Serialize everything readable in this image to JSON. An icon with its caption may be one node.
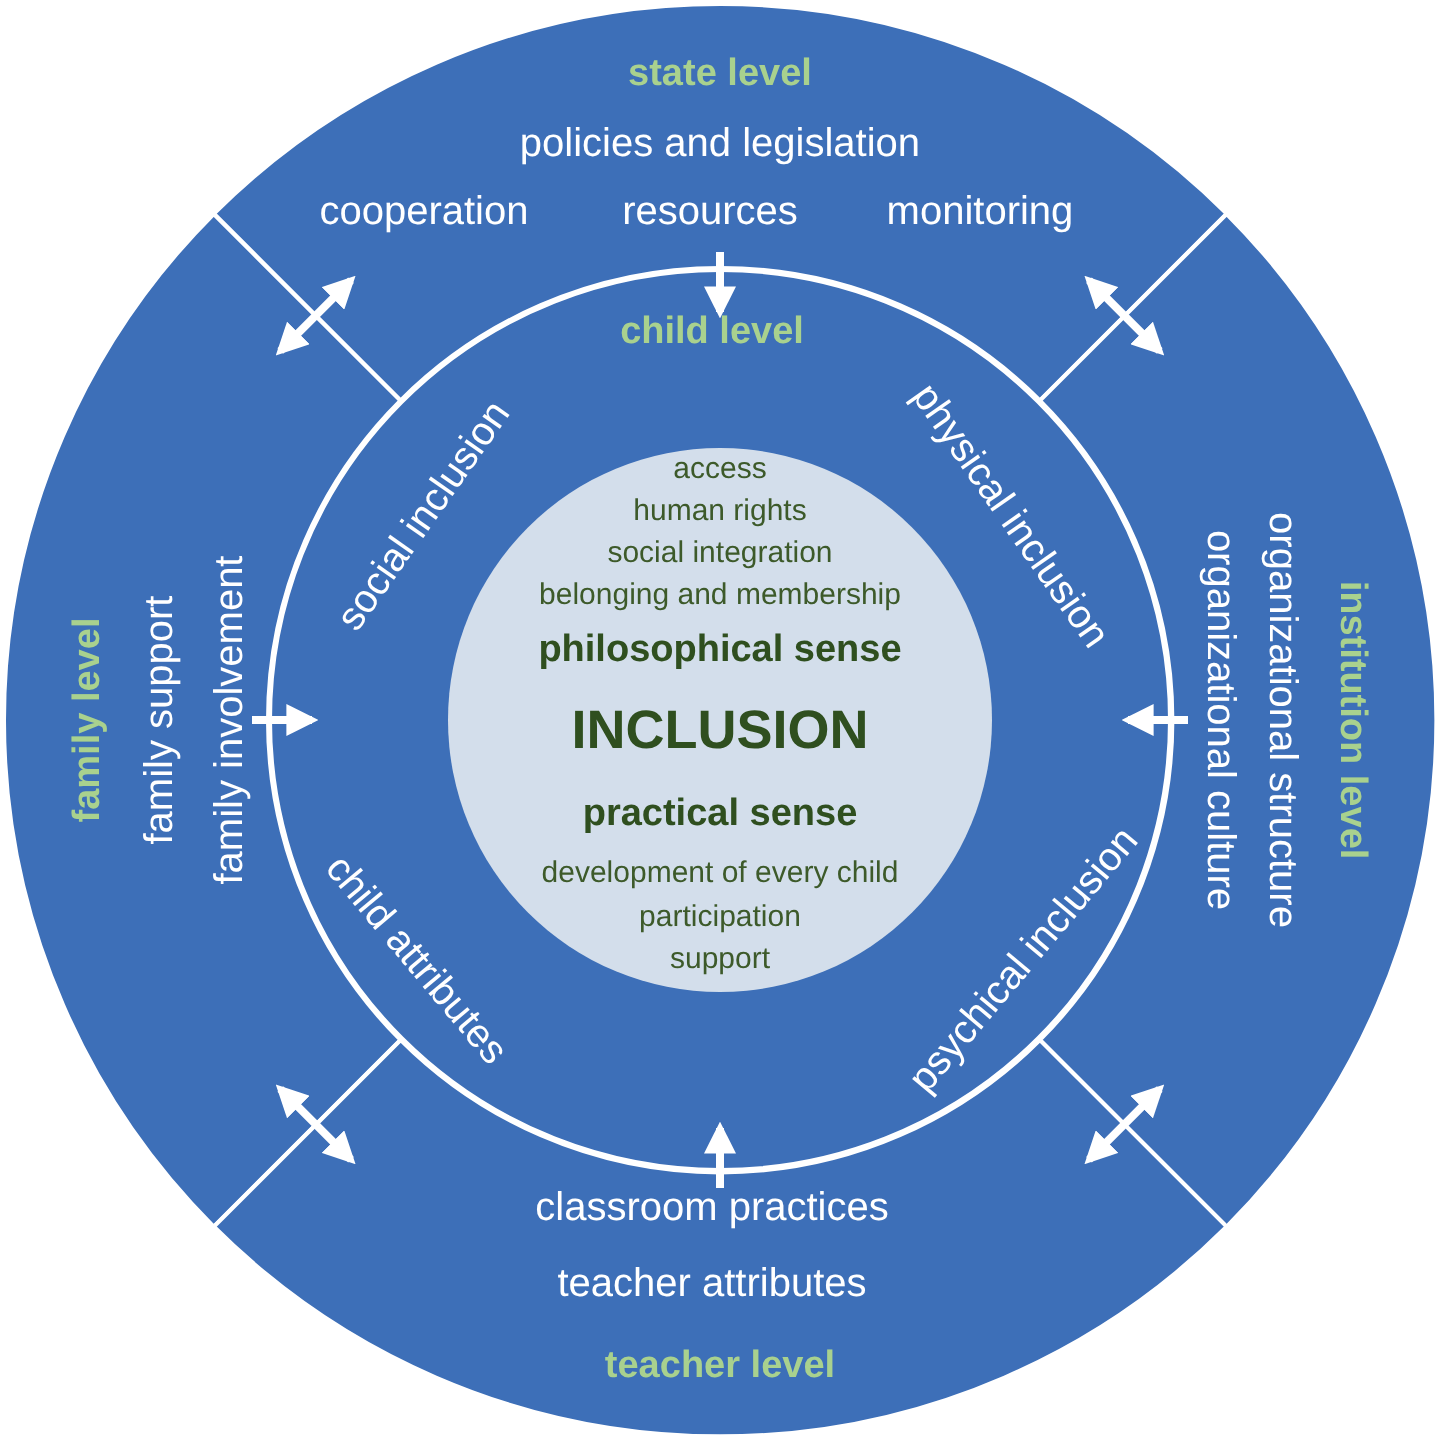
{
  "diagram": {
    "nodes": [
      {
        "text": [
          "state level",
          "policies and legislation",
          "cooperation",
          "resources",
          "monitoring"
        ]
      },
      {
        "text": [
          "family level",
          "family support",
          "family involvement"
        ]
      },
      {
        "text": [
          "institution level",
          "organizational culture",
          "organizational structure"
        ]
      },
      {
        "text": [
          "classroom practices",
          "teacher attributes",
          "teacher level"
        ]
      },
      {
        "text": [
          "child level",
          "social inclusion",
          "physical inclusion",
          "child attributes",
          "psychical inclusion"
        ]
      },
      {
        "text": [
          "access",
          "human rights",
          "social integration",
          "belonging and membership",
          "philosophical sense",
          "INCLUSION",
          "practical sense",
          "development of every child",
          "participation",
          "support"
        ],
        "in": 4
      }
    ],
    "edges": [
      {
        "from": 0,
        "to": 4,
        "arrow": "to"
      },
      {
        "from": 1,
        "to": 4,
        "arrow": "to"
      },
      {
        "from": 2,
        "to": 4,
        "arrow": "to"
      },
      {
        "from": 3,
        "to": 4,
        "arrow": "to"
      },
      {
        "from": 0,
        "to": 2,
        "arrow": "both"
      },
      {
        "from": 2,
        "to": 3,
        "arrow": "both"
      },
      {
        "from": 3,
        "to": 1,
        "arrow": "both"
      },
      {
        "from": 1,
        "to": 0,
        "arrow": "both"
      }
    ]
  }
}
